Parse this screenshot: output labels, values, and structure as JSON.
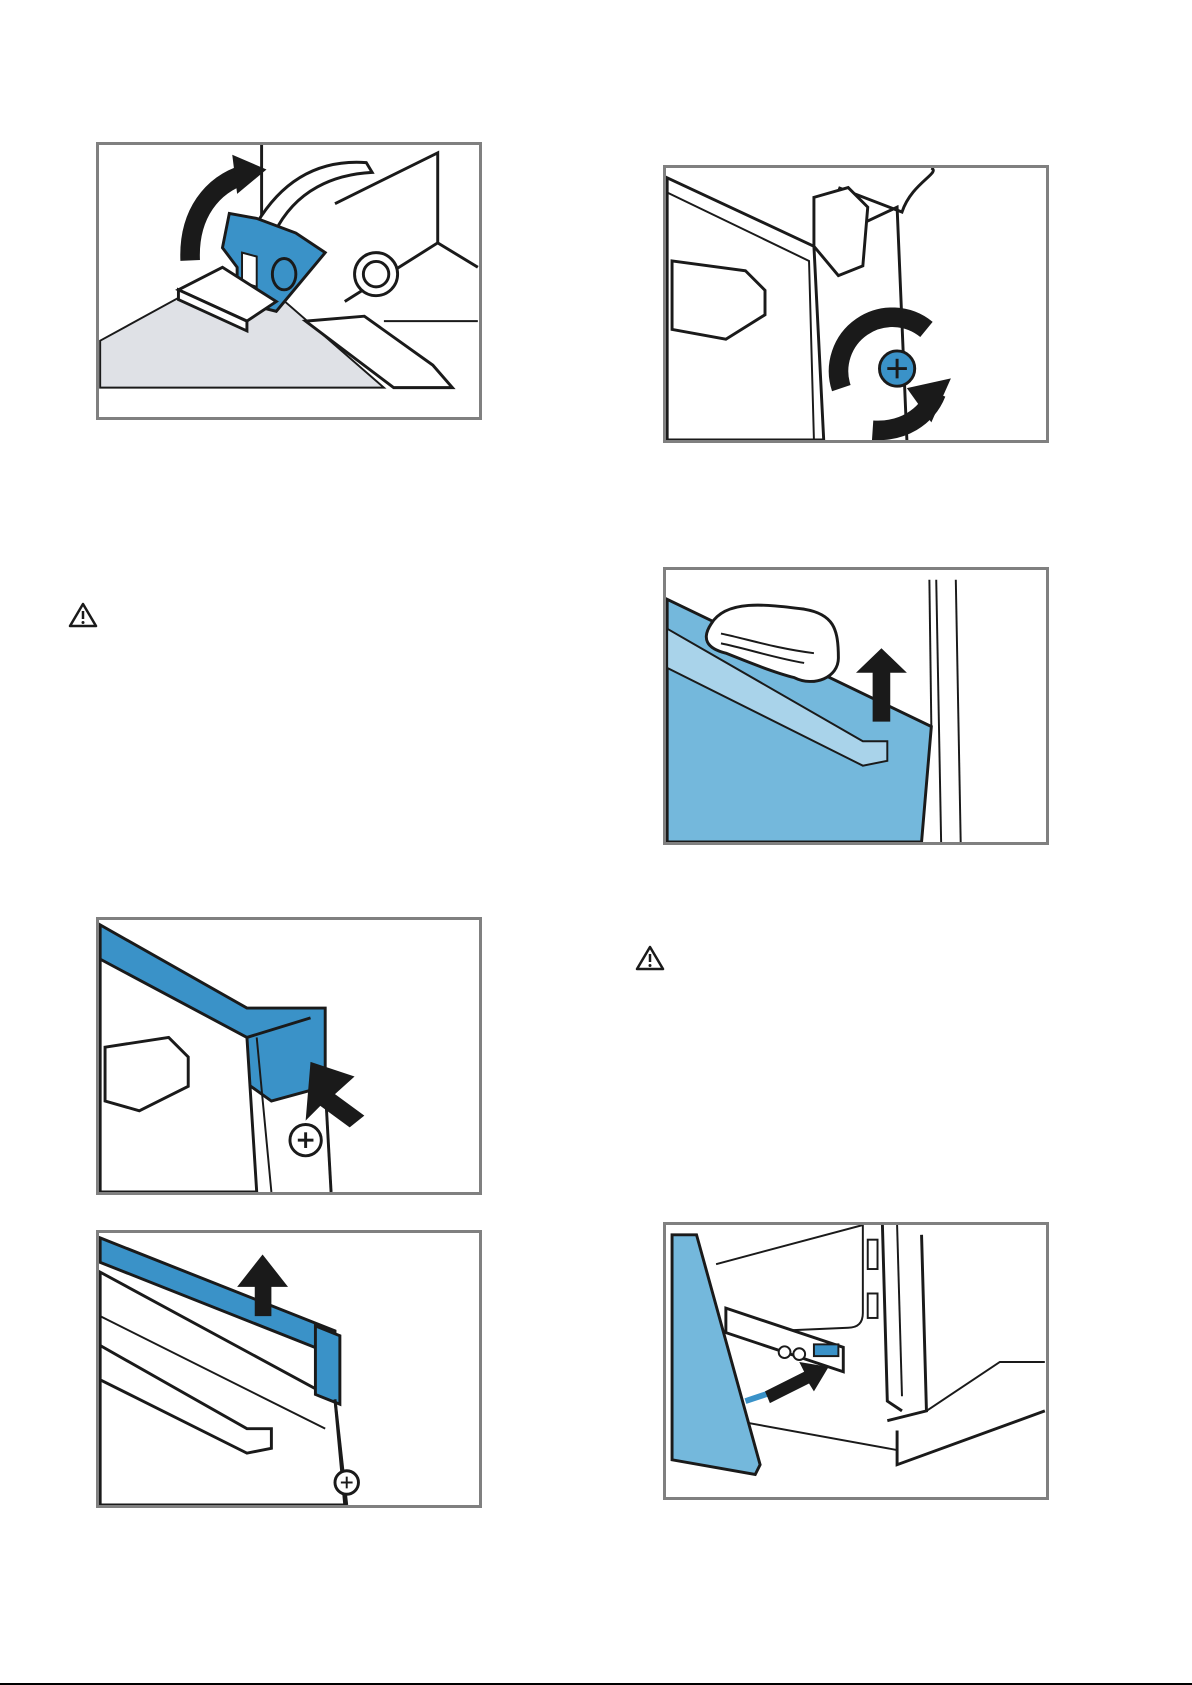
{
  "theme": {
    "accent_blue": "#3a92c8",
    "light_blue": "#74b8dc",
    "panel_border": "#808080",
    "floor_gray": "#dfe1e6",
    "ink": "#1a1a1a"
  },
  "figures": [
    {
      "name": "figure-hinge-lever-flip",
      "icon": "hinge-lever-icon"
    },
    {
      "name": "figure-unscrew-knob",
      "icon": "screw-knob-icon"
    },
    {
      "name": "figure-remove-glass-with-cloth",
      "icon": "glass-panel-icon"
    },
    {
      "name": "figure-press-cover-release",
      "icon": "release-button-icon"
    },
    {
      "name": "figure-lift-off-cover",
      "icon": "door-cover-icon"
    },
    {
      "name": "figure-insert-door-hinge",
      "icon": "door-hinge-icon"
    }
  ],
  "warnings": [
    {
      "icon": "warning-triangle-icon"
    },
    {
      "icon": "warning-triangle-icon"
    }
  ]
}
